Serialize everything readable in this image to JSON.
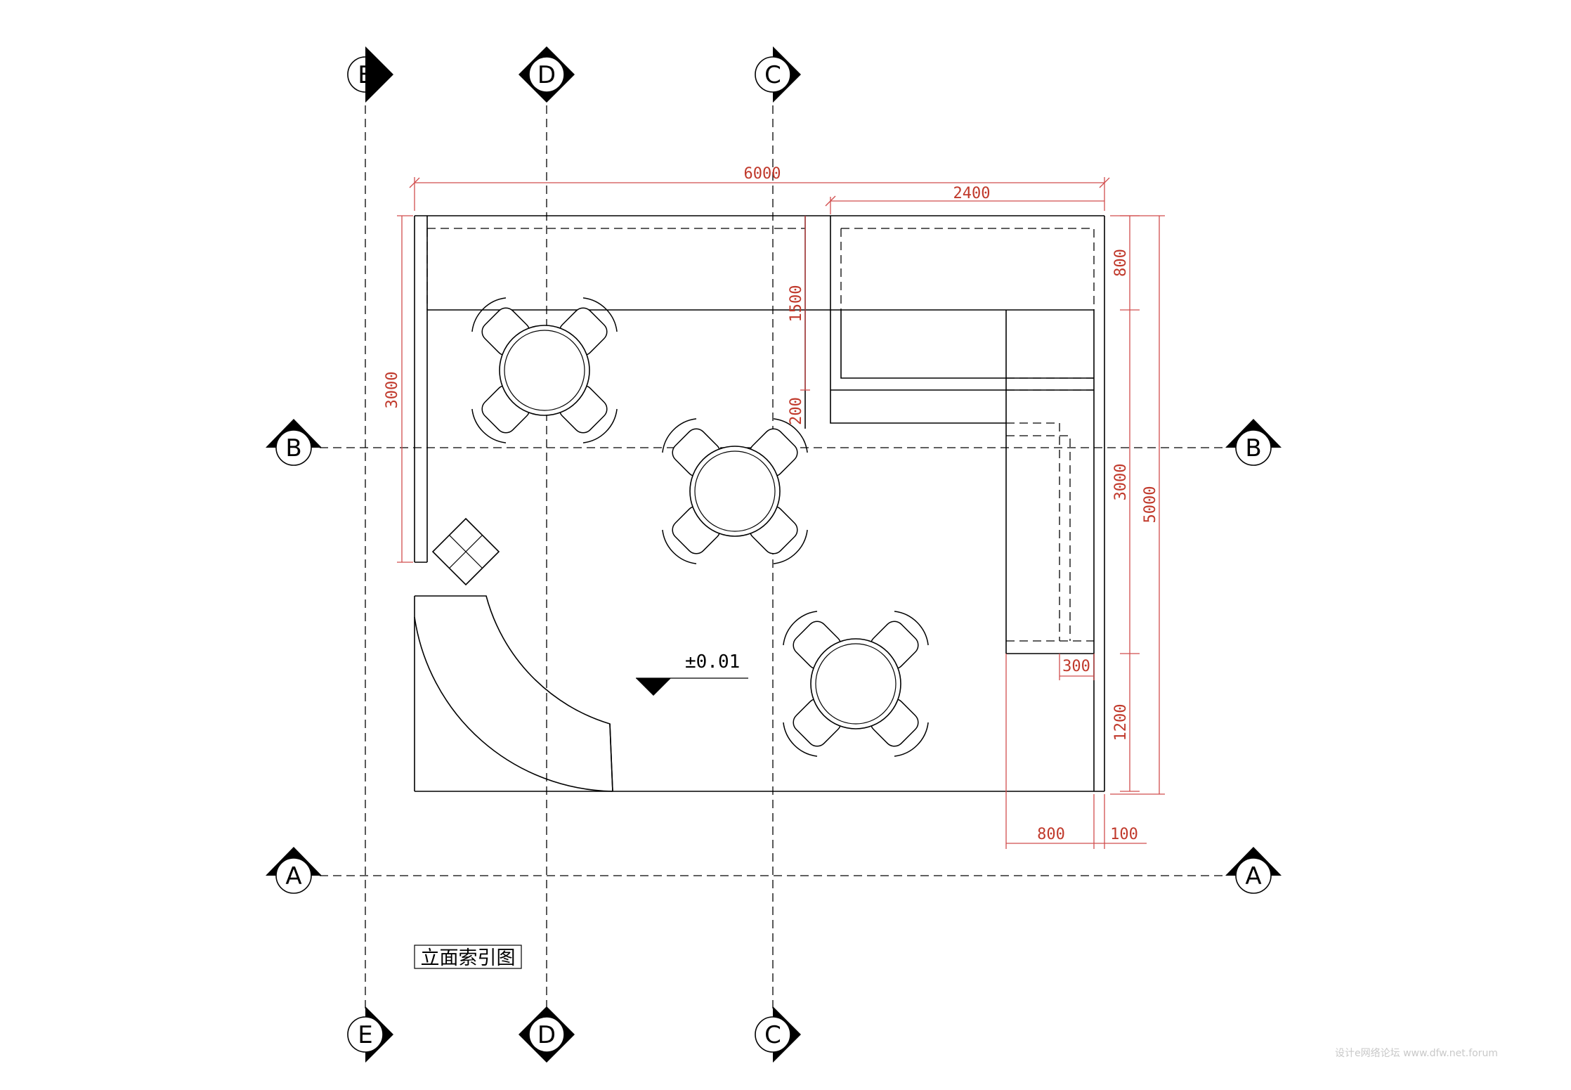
{
  "drawing": {
    "title": "立面索引图",
    "level_mark": "±0.01",
    "watermark": "设计e网络论坛  www.dfw.net.forum"
  },
  "section_markers": {
    "vertical": [
      "E",
      "D",
      "C"
    ],
    "horizontal": [
      "B",
      "A"
    ]
  },
  "dimensions": {
    "overall_width": "6000",
    "bar_width": "2400",
    "left_wall_height": "3000",
    "bar_depth": "1500",
    "bar_step": "200",
    "right_top": "800",
    "right_middle": "3000",
    "right_bottom": "1200",
    "overall_height": "5000",
    "counter_width": "800",
    "wall_thickness": "100",
    "counter_return": "300"
  }
}
